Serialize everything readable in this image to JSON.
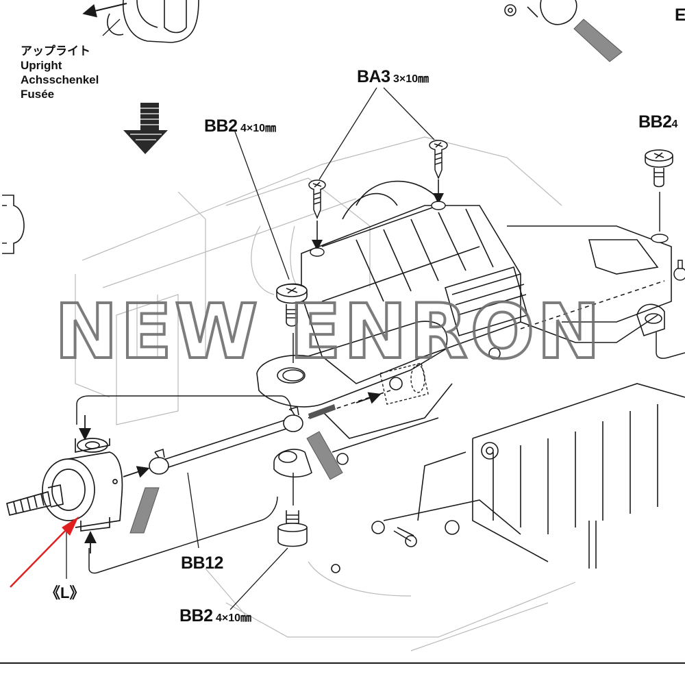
{
  "upright_callout": {
    "japanese": "アップライト",
    "english": "Upright",
    "german": "Achsschenkel",
    "french": "Fusée"
  },
  "screws": {
    "ba3": {
      "code": "BA3",
      "size": "3×10㎜"
    },
    "bb2_upper": {
      "code": "BB2",
      "size": "4×10㎜"
    },
    "bb2_right": {
      "code": "BB2",
      "size": "4"
    },
    "bb2_lower": {
      "code": "BB2",
      "size": "4×10㎜"
    }
  },
  "rod_label": "BB12",
  "side_label": "《L》",
  "corner_letter": "E",
  "watermark": "NEW ENRON",
  "colors": {
    "line": "#1a1a1a",
    "grease": "#8c8c8c",
    "arrow_red": "#e02020",
    "watermark": "#6e6e6e"
  }
}
